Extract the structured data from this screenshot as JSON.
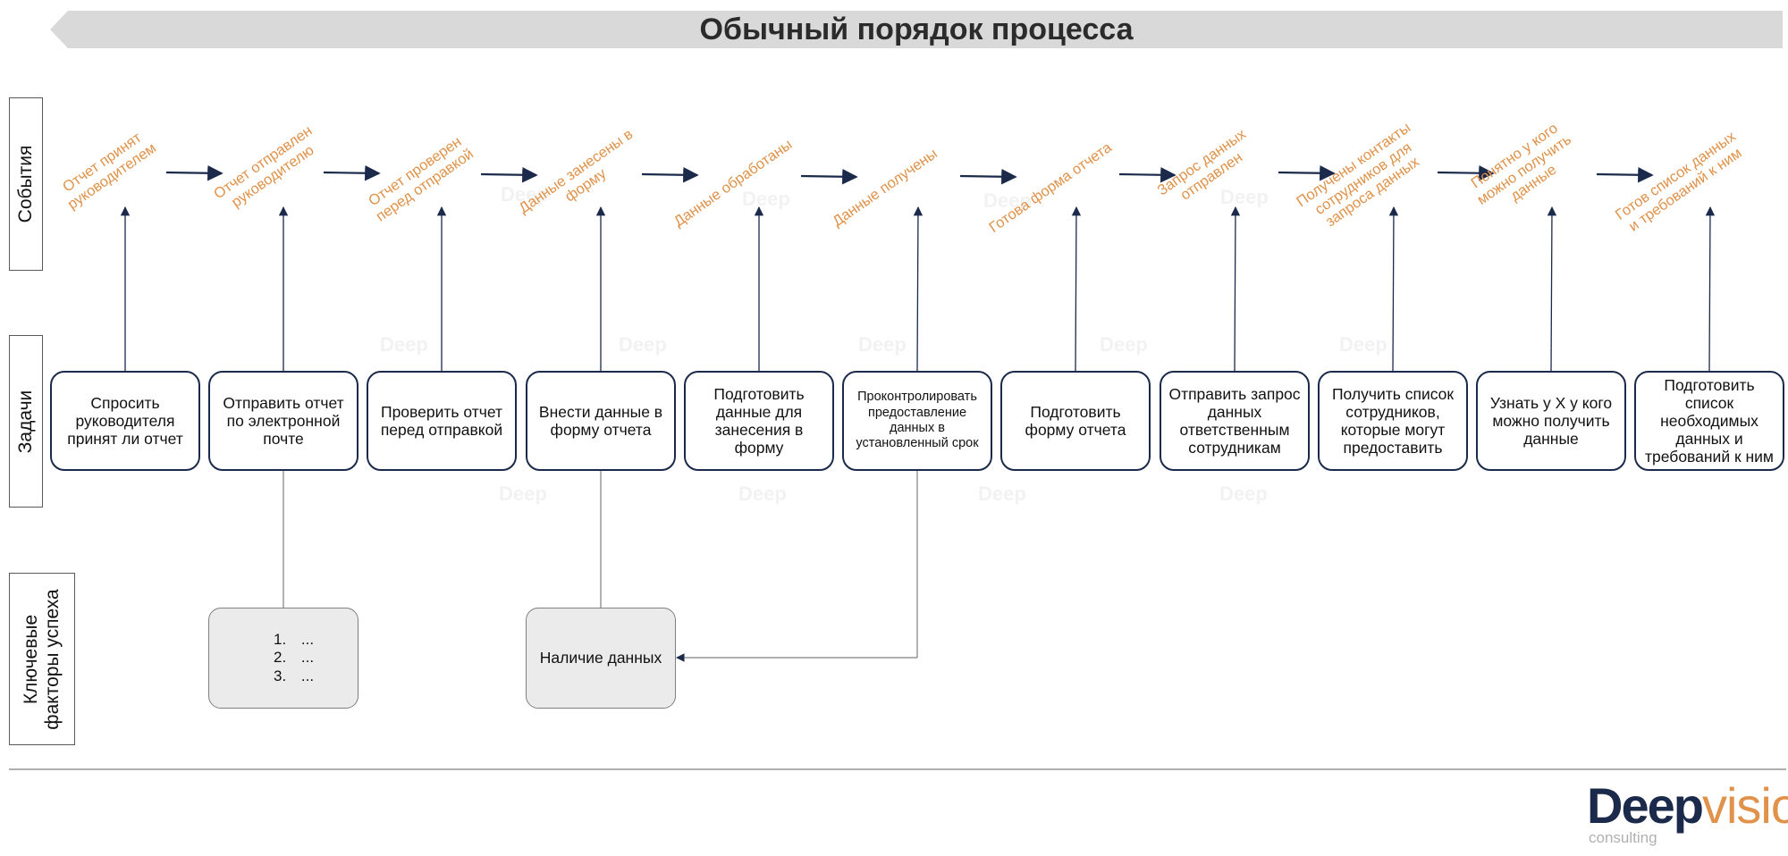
{
  "title": "Обычный порядок процесса",
  "lanes": {
    "events": "События",
    "tasks": "Задачи",
    "factors": "Ключевые факторы успеха"
  },
  "steps": [
    {
      "task": "Спросить руководителя принят ли отчет",
      "event": [
        "Отчет принят",
        "руководителем"
      ]
    },
    {
      "task": "Отправить отчет по электронной почте",
      "event": [
        "Отчет отправлен",
        "руководителю"
      ]
    },
    {
      "task": "Проверить отчет перед отправкой",
      "event": [
        "Отчет проверен",
        "перед отправкой"
      ]
    },
    {
      "task": "Внести данные в форму отчета",
      "event": [
        "Данные занесены в",
        "форму"
      ]
    },
    {
      "task": "Подготовить данные для занесения в форму",
      "event": [
        "Данные обработаны"
      ]
    },
    {
      "task": "Проконтролировать предоставление данных в установленный срок",
      "event": [
        "Данные получены"
      ]
    },
    {
      "task": "Подготовить форму отчета",
      "event": [
        "Готова форма отчета"
      ]
    },
    {
      "task": "Отправить запрос данных ответственным сотрудникам",
      "event": [
        "Запрос данных",
        "отправлен"
      ]
    },
    {
      "task": "Получить список сотрудников, которые могут предоставить",
      "event": [
        "Получены контакты",
        "сотрудников для",
        "запроса данных"
      ]
    },
    {
      "task": "Узнать у Х у кого можно получить данные",
      "event": [
        "Понятно у кого",
        "можно получить",
        "данные"
      ]
    },
    {
      "task": "Подготовить список необходимых данных и требований к ним",
      "event": [
        "Готов список данных",
        "и требований к ним"
      ]
    }
  ],
  "factors": {
    "list": [
      "...",
      "...",
      "..."
    ],
    "data_box": "Наличие данных"
  },
  "watermark": "Deep",
  "logo": {
    "main": "Deep",
    "accent": "vision",
    "sub": "consulting"
  },
  "colors": {
    "navy": "#1b2a4a",
    "orange": "#e0924a",
    "banner": "#d9d9d9",
    "factor_fill": "#ebebeb"
  }
}
